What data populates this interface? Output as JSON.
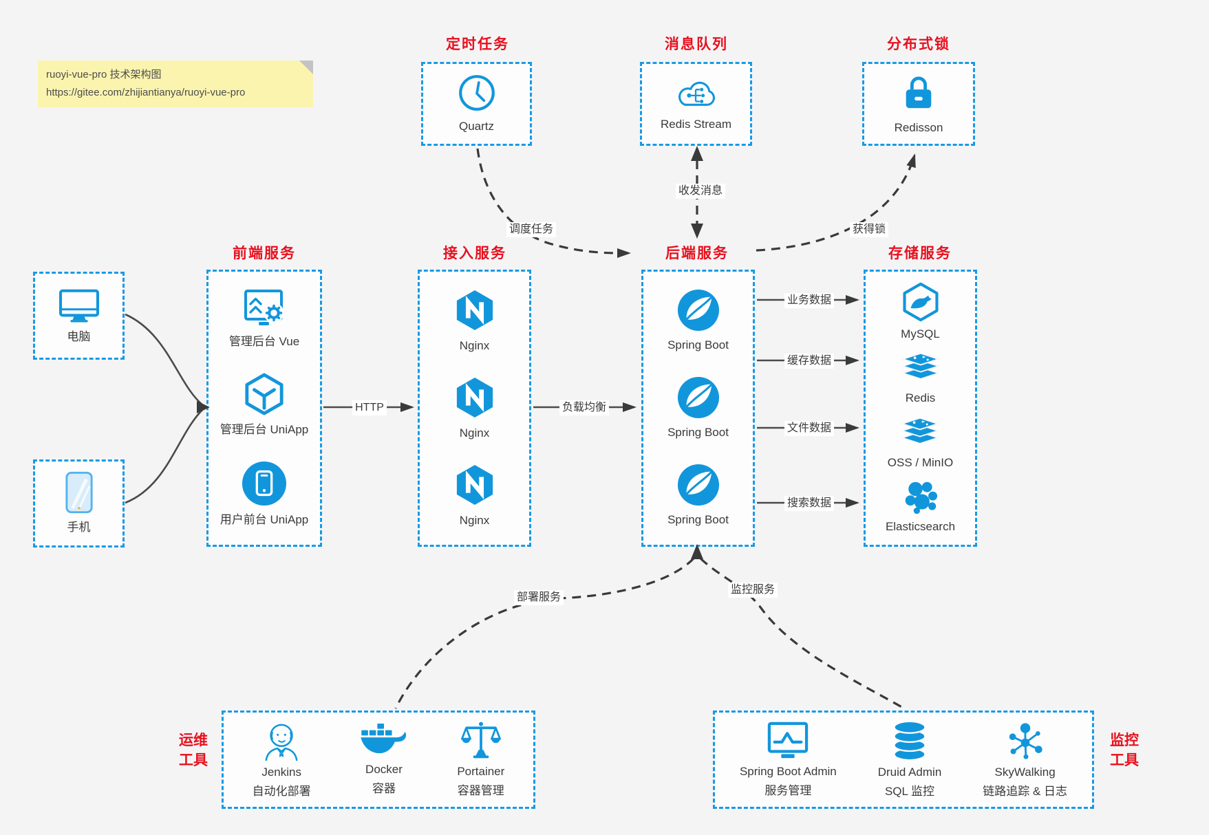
{
  "colors": {
    "accent": "#1296db",
    "border_blue": "#189ae2",
    "title_red": "#e8101e",
    "text": "#3a3a3a",
    "arrow": "#3a3a3a",
    "note_bg": "#fbf4ae"
  },
  "note": {
    "line1": "ruoyi-vue-pro 技术架构图",
    "line2": "https://gitee.com/zhijiantianya/ruoyi-vue-pro"
  },
  "top_groups": [
    {
      "title": "定时任务",
      "label": "Quartz",
      "icon": "clock-icon"
    },
    {
      "title": "消息队列",
      "label": "Redis Stream",
      "icon": "cloud-stream-icon"
    },
    {
      "title": "分布式锁",
      "label": "Redisson",
      "icon": "lock-icon"
    }
  ],
  "clients": [
    {
      "label": "电脑",
      "icon": "desktop-icon"
    },
    {
      "label": "手机",
      "icon": "mobile-icon"
    }
  ],
  "columns": [
    {
      "title": "前端服务",
      "items": [
        {
          "label": "管理后台 Vue",
          "icon": "admin-vue-icon"
        },
        {
          "label": "管理后台 UniApp",
          "icon": "uniapp-cube-icon"
        },
        {
          "label": "用户前台 UniApp",
          "icon": "user-app-icon"
        }
      ]
    },
    {
      "title": "接入服务",
      "items": [
        {
          "label": "Nginx",
          "icon": "nginx-icon"
        },
        {
          "label": "Nginx",
          "icon": "nginx-icon"
        },
        {
          "label": "Nginx",
          "icon": "nginx-icon"
        }
      ]
    },
    {
      "title": "后端服务",
      "items": [
        {
          "label": "Spring Boot",
          "icon": "spring-boot-icon"
        },
        {
          "label": "Spring Boot",
          "icon": "spring-boot-icon"
        },
        {
          "label": "Spring Boot",
          "icon": "spring-boot-icon"
        }
      ]
    },
    {
      "title": "存储服务",
      "items": [
        {
          "label": "MySQL",
          "icon": "mysql-icon"
        },
        {
          "label": "Redis",
          "icon": "redis-icon"
        },
        {
          "label": "OSS / MinIO",
          "icon": "oss-icon"
        },
        {
          "label": "Elasticsearch",
          "icon": "elasticsearch-icon"
        }
      ]
    }
  ],
  "edges": {
    "http": "HTTP",
    "load_balance": "负载均衡",
    "business": "业务数据",
    "cache": "缓存数据",
    "file": "文件数据",
    "search": "搜索数据",
    "schedule": "调度任务",
    "message": "收发消息",
    "lock": "获得锁",
    "deploy": "部署服务",
    "monitor": "监控服务"
  },
  "bottom_groups": [
    {
      "side": {
        "line1": "运维",
        "line2": "工具"
      },
      "items": [
        {
          "label": "Jenkins",
          "sub": "自动化部署",
          "icon": "jenkins-icon"
        },
        {
          "label": "Docker",
          "sub": "容器",
          "icon": "docker-icon"
        },
        {
          "label": "Portainer",
          "sub": "容器管理",
          "icon": "portainer-icon"
        }
      ]
    },
    {
      "side": {
        "line1": "监控",
        "line2": "工具"
      },
      "items": [
        {
          "label": "Spring Boot Admin",
          "sub": "服务管理",
          "icon": "sba-icon"
        },
        {
          "label": "Druid Admin",
          "sub": "SQL 监控",
          "icon": "druid-icon"
        },
        {
          "label": "SkyWalking",
          "sub": "链路追踪 & 日志",
          "icon": "skywalking-icon"
        }
      ]
    }
  ]
}
